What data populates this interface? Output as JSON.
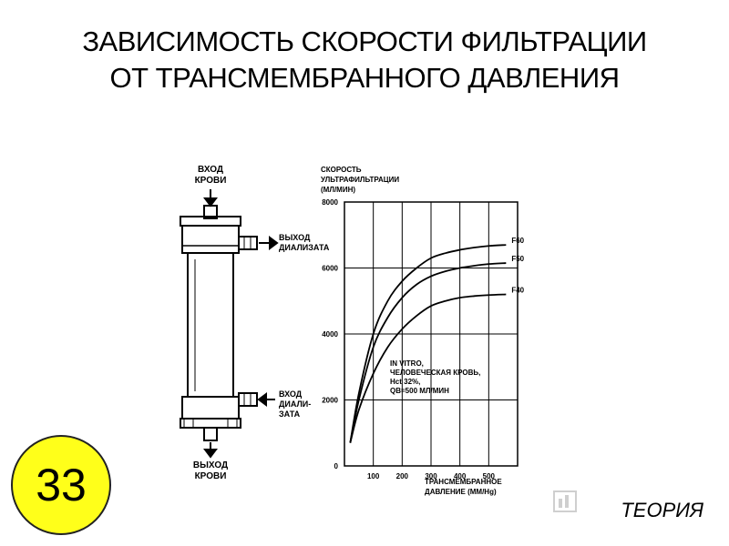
{
  "slide": {
    "title_line1": "ЗАВИСИМОСТЬ СКОРОСТИ ФИЛЬТРАЦИИ",
    "title_line2": "ОТ ТРАНСМЕМБРАННОГО ДАВЛЕНИЯ",
    "slide_number": "33",
    "footer_label": "ТЕОРИЯ",
    "badge_color": "#ffff1a"
  },
  "dialyzer": {
    "blood_in_line1": "ВХОД",
    "blood_in_line2": "КРОВИ",
    "dialysate_out_line1": "ВЫХОД",
    "dialysate_out_line2": "ДИАЛИЗАТА",
    "dialysate_in_line1": "ВХОД",
    "dialysate_in_line2": "ДИАЛИ-",
    "dialysate_in_line3": "ЗАТА",
    "blood_out_line1": "ВЫХОД",
    "blood_out_line2": "КРОВИ"
  },
  "chart_data": {
    "type": "line",
    "ylabel_line1": "СКОРОСТЬ",
    "ylabel_line2": "УЛЬТРАФИЛЬТРАЦИИ",
    "ylabel_line3": "(МЛ/МИН)",
    "xlabel_line1": "ТРАНСМЕМБРАННОЕ",
    "xlabel_line2": "ДАВЛЕНИЕ (ММ/Hg)",
    "xlim": [
      0,
      600
    ],
    "ylim": [
      0,
      8000
    ],
    "x_ticks": [
      100,
      200,
      300,
      400,
      500
    ],
    "y_ticks": [
      0,
      2000,
      4000,
      6000,
      8000
    ],
    "grid": true,
    "annotation_line1": "IN VITRO,",
    "annotation_line2": "ЧЕЛОВЕЧЕСКАЯ КРОВЬ,",
    "annotation_line3": "Hct 32%,",
    "annotation_line4": "QB=500 МЛ/МИН",
    "series": [
      {
        "name": "F60",
        "x": [
          20,
          50,
          100,
          150,
          200,
          250,
          300,
          350,
          400,
          450,
          500,
          560
        ],
        "y": [
          700,
          2200,
          4000,
          5000,
          5600,
          6000,
          6300,
          6450,
          6550,
          6620,
          6670,
          6700
        ]
      },
      {
        "name": "F50",
        "x": [
          20,
          50,
          100,
          150,
          200,
          250,
          300,
          350,
          400,
          450,
          500,
          560
        ],
        "y": [
          700,
          2000,
          3600,
          4500,
          5100,
          5500,
          5750,
          5900,
          6000,
          6070,
          6120,
          6150
        ]
      },
      {
        "name": "F40",
        "x": [
          20,
          50,
          100,
          150,
          200,
          250,
          300,
          350,
          400,
          450,
          500,
          560
        ],
        "y": [
          700,
          1700,
          2800,
          3600,
          4150,
          4550,
          4850,
          5000,
          5100,
          5150,
          5180,
          5200
        ]
      }
    ]
  }
}
